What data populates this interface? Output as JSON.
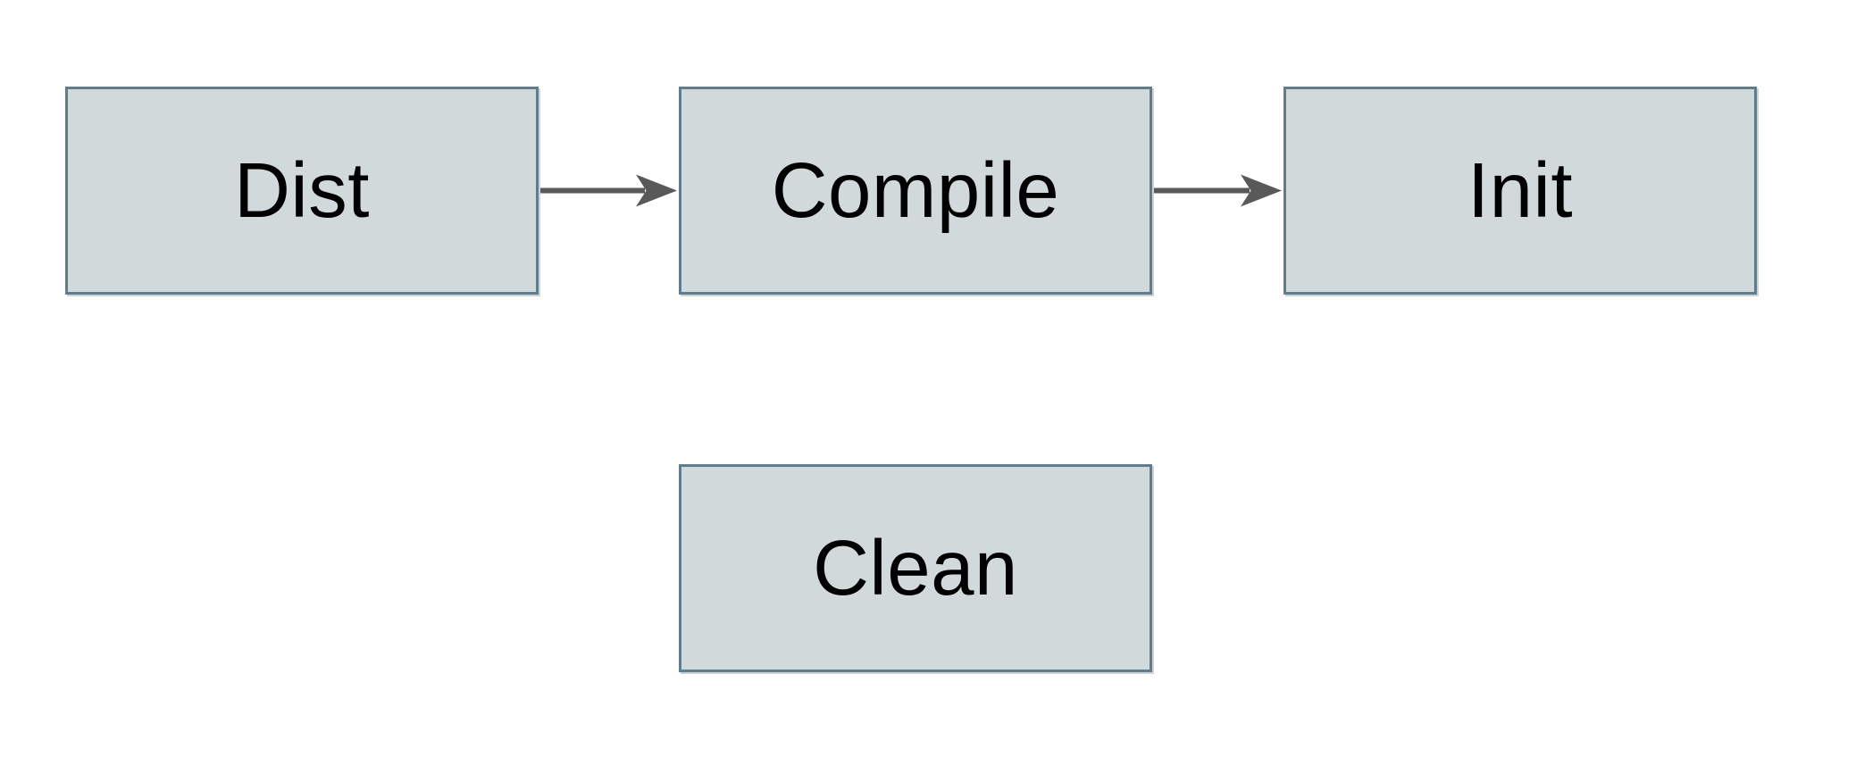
{
  "diagram": {
    "nodes": [
      {
        "id": "dist",
        "label": "Dist"
      },
      {
        "id": "compile",
        "label": "Compile"
      },
      {
        "id": "init",
        "label": "Init"
      },
      {
        "id": "clean",
        "label": "Clean"
      }
    ],
    "edges": [
      {
        "from": "dist",
        "to": "compile"
      },
      {
        "from": "compile",
        "to": "init"
      }
    ],
    "colors": {
      "background": "#ffffff",
      "node_fill": "#d2d9db",
      "node_border": "#5f7d8d",
      "arrow": "#595959",
      "text": "#000000"
    }
  }
}
